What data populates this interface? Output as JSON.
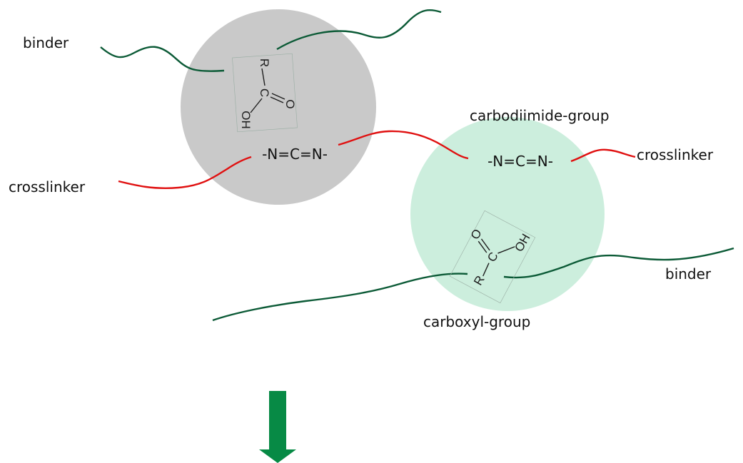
{
  "colors": {
    "particle_gray": "#c9c9c9",
    "particle_green": "#cceedd",
    "binder_chain": "#0b5a36",
    "crosslinker_chain": "#e01010",
    "arrow": "#078a45",
    "text": "#111111"
  },
  "labels": {
    "binder_top_left": "binder",
    "crosslinker_left": "crosslinker",
    "carbodiimide_group": "carbodiimide-group",
    "crosslinker_right": "crosslinker",
    "binder_right": "binder",
    "carboxyl_group": "carboxyl-group"
  },
  "groups": {
    "carbodiimide_left": "-N=C=N-",
    "carbodiimide_right": "-N=C=N-"
  },
  "molecule_atoms": {
    "r": "R",
    "c": "C",
    "o": "O",
    "oh": "OH"
  },
  "icons": {
    "down_arrow": "arrow-down-icon"
  }
}
